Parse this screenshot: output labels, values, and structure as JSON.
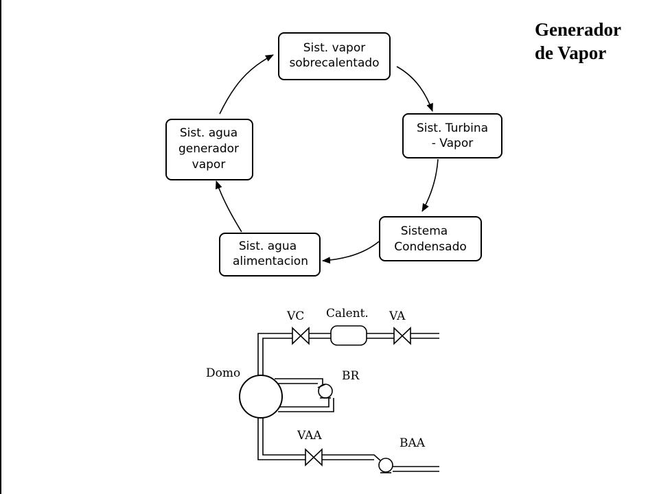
{
  "title": {
    "line1": "Generador",
    "line2": "de Vapor"
  },
  "cycle": {
    "nodes": [
      {
        "id": "vapor-sobrecalentado",
        "lines": [
          "Sist. vapor",
          "sobrecalentado"
        ]
      },
      {
        "id": "turbina-vapor",
        "lines": [
          "Sist. Turbina",
          "- Vapor"
        ]
      },
      {
        "id": "condensado",
        "lines": [
          "Sistema",
          "Condensado"
        ]
      },
      {
        "id": "agua-alimentacion",
        "lines": [
          "Sist. agua",
          "alimentacion"
        ]
      },
      {
        "id": "agua-generador",
        "lines": [
          "Sist. agua",
          "generador",
          "vapor"
        ]
      }
    ]
  },
  "schematic": {
    "labels": {
      "vc": "VC",
      "calent": "Calent.",
      "va": "VA",
      "domo": "Domo",
      "br": "BR",
      "vaa": "VAA",
      "baa": "BAA"
    }
  }
}
